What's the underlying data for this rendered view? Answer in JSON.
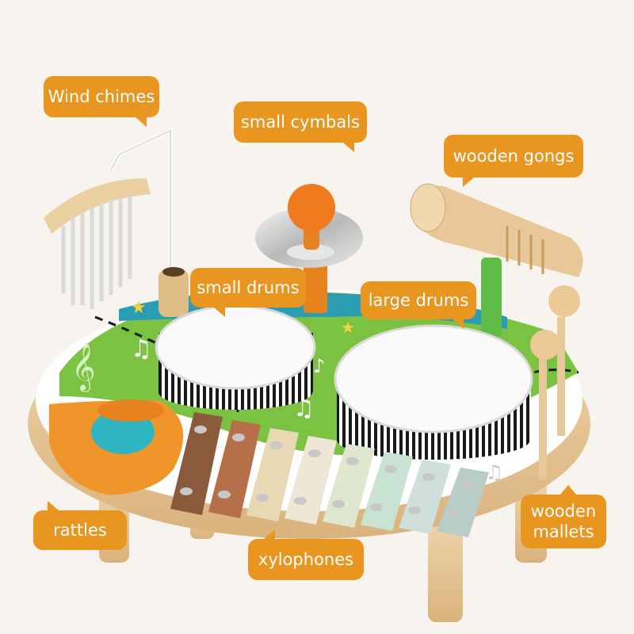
{
  "colors": {
    "callout_bg": "#e8961f",
    "callout_text": "#ffffff",
    "background": "#f7f3ee",
    "wood": "#e6c79a",
    "green": "#7cc242",
    "teal": "#2a9db5",
    "orange": "#e8821e"
  },
  "labels": {
    "wind_chimes": "Wind chimes",
    "small_cymbals": "small cymbals",
    "wooden_gongs": "wooden gongs",
    "small_drums": "small drums",
    "large_drums": "large drums",
    "rattles": "rattles",
    "xylophones": "xylophones",
    "wooden_mallets_line1": "wooden",
    "wooden_mallets_line2": "mallets"
  },
  "xylophone_key_colors": [
    "#8b5a3c",
    "#b5704a",
    "#e9d8b4",
    "#eee7d5",
    "#dfe8cf",
    "#c9e3d2",
    "#cfe0dc",
    "#b8ccc8"
  ],
  "icons": [
    "treble-clef-icon",
    "music-note-icon",
    "star-icon"
  ]
}
